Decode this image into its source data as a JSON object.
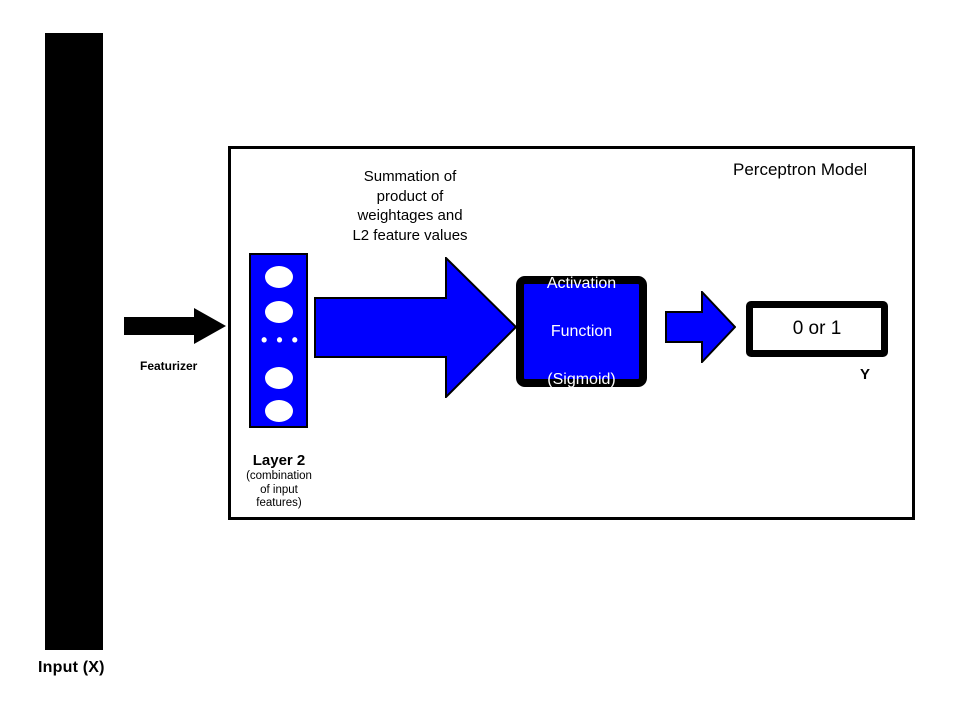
{
  "diagram": {
    "title": "Perceptron Model",
    "input": {
      "label": "Input (X)",
      "bar_color": "#000000"
    },
    "featurizer": {
      "label": "Featurizer",
      "arrow_color": "#000000",
      "arrow_icon": "right-arrow-icon"
    },
    "layer": {
      "title": "Layer 2",
      "subtitle_lines": [
        "(combination",
        "of input",
        "features)"
      ],
      "subtitle": "(combination of input features)",
      "fill_color": "#0000ff",
      "neuron_color": "#ffffff",
      "neuron_count_visible": 4,
      "ellipsis": "• • •"
    },
    "summation": {
      "label": "Summation of\nproduct of\nweightages and\nL2 feature values",
      "lines": [
        "Summation of",
        "product of",
        "weightages and",
        "L2 feature values"
      ],
      "arrow_color": "#0000ff",
      "arrow_icon": "big-right-arrow-icon"
    },
    "activation": {
      "label": "Activation\nFunction\n(Sigmoid)",
      "lines": [
        "Activation",
        "Function",
        "(Sigmoid)"
      ],
      "fill_color": "#0000ff",
      "border_color": "#000000",
      "text_color": "#ffffff"
    },
    "transfer": {
      "arrow_color": "#0000ff",
      "arrow_icon": "small-right-arrow-icon"
    },
    "output": {
      "value": "0 or 1",
      "label": "Y",
      "border_color": "#000000",
      "fill_color": "#ffffff"
    }
  }
}
